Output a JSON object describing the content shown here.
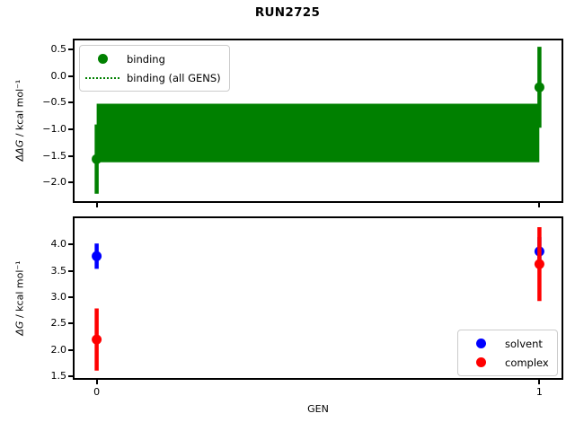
{
  "title": "RUN2725",
  "colors": {
    "binding_green": "#008000",
    "solvent_blue": "#0000ff",
    "complex_red": "#ff0000",
    "axis_black": "#000000",
    "legend_border": "#cccccc"
  },
  "chart_data": [
    {
      "type": "scatter",
      "subplot": "top",
      "ylabel_var": "ΔΔG",
      "ylabel_units": " / kcal mol⁻¹",
      "xlabel": "",
      "xlim": [
        -0.05,
        1.05
      ],
      "ylim": [
        -2.35,
        0.67
      ],
      "yticks": [
        0.5,
        0.0,
        -0.5,
        -1.0,
        -1.5,
        -2.0
      ],
      "yticklabels": [
        "0.5",
        "0.0",
        "−0.5",
        "−1.0",
        "−1.5",
        "−2.0"
      ],
      "xticks": [
        0,
        1
      ],
      "xticklabels": [
        "",
        ""
      ],
      "grid": false,
      "legend": {
        "position": "upper left",
        "entries": [
          {
            "label": "binding",
            "marker": "dot",
            "color": "#008000"
          },
          {
            "label": "binding (all GENS)",
            "marker": "dotted-line",
            "color": "#008000"
          }
        ]
      },
      "band": {
        "x_start": 0,
        "x_end": 1,
        "y_top": -0.52,
        "y_bottom": -1.62,
        "color": "#008000",
        "label": "binding (all GENS)"
      },
      "series": [
        {
          "name": "binding",
          "color": "#008000",
          "marker": "circle",
          "points": [
            {
              "x": 0,
              "y": -1.56,
              "yerr": 0.65
            },
            {
              "x": 1,
              "y": -0.21,
              "yerr": 0.76
            }
          ]
        }
      ]
    },
    {
      "type": "scatter",
      "subplot": "bottom",
      "ylabel_var": "ΔG",
      "ylabel_units": " / kcal mol⁻¹",
      "xlabel": "GEN",
      "xlim": [
        -0.05,
        1.05
      ],
      "ylim": [
        1.47,
        4.5
      ],
      "yticks": [
        4.0,
        3.5,
        3.0,
        2.5,
        2.0,
        1.5
      ],
      "yticklabels": [
        "4.0",
        "3.5",
        "3.0",
        "2.5",
        "2.0",
        "1.5"
      ],
      "xticks": [
        0,
        1
      ],
      "xticklabels": [
        "0",
        "1"
      ],
      "grid": false,
      "legend": {
        "position": "lower right",
        "entries": [
          {
            "label": "solvent",
            "marker": "dot",
            "color": "#0000ff"
          },
          {
            "label": "complex",
            "marker": "dot",
            "color": "#ff0000"
          }
        ]
      },
      "series": [
        {
          "name": "solvent",
          "color": "#0000ff",
          "marker": "circle",
          "points": [
            {
              "x": 0,
              "y": 3.78,
              "yerr": 0.24
            },
            {
              "x": 1,
              "y": 3.87,
              "yerr": 0.27
            }
          ]
        },
        {
          "name": "complex",
          "color": "#ff0000",
          "marker": "circle",
          "points": [
            {
              "x": 0,
              "y": 2.2,
              "yerr": 0.59
            },
            {
              "x": 1,
              "y": 3.63,
              "yerr": 0.7
            }
          ]
        }
      ]
    }
  ]
}
